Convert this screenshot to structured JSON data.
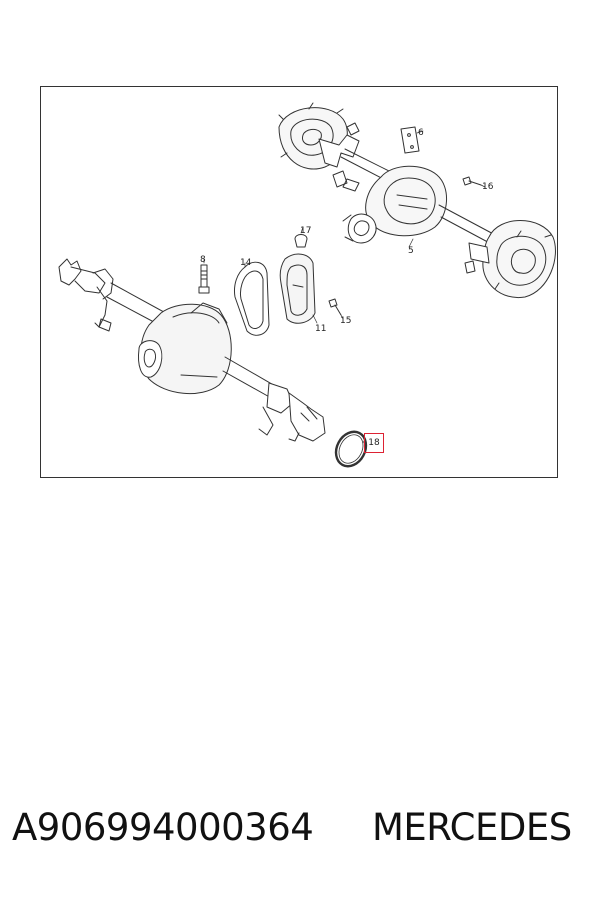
{
  "diagram": {
    "callouts": [
      {
        "id": "callout-6",
        "label": "6"
      },
      {
        "id": "callout-16",
        "label": "16"
      },
      {
        "id": "callout-17",
        "label": "17"
      },
      {
        "id": "callout-5",
        "label": "5"
      },
      {
        "id": "callout-8",
        "label": "8"
      },
      {
        "id": "callout-14",
        "label": "14"
      },
      {
        "id": "callout-11",
        "label": "11"
      },
      {
        "id": "callout-15",
        "label": "15"
      }
    ],
    "highlighted_callout": "18",
    "highlight_color": "#dd2233"
  },
  "caption": {
    "part_number": "A906994000364",
    "brand": "MERCEDES"
  }
}
